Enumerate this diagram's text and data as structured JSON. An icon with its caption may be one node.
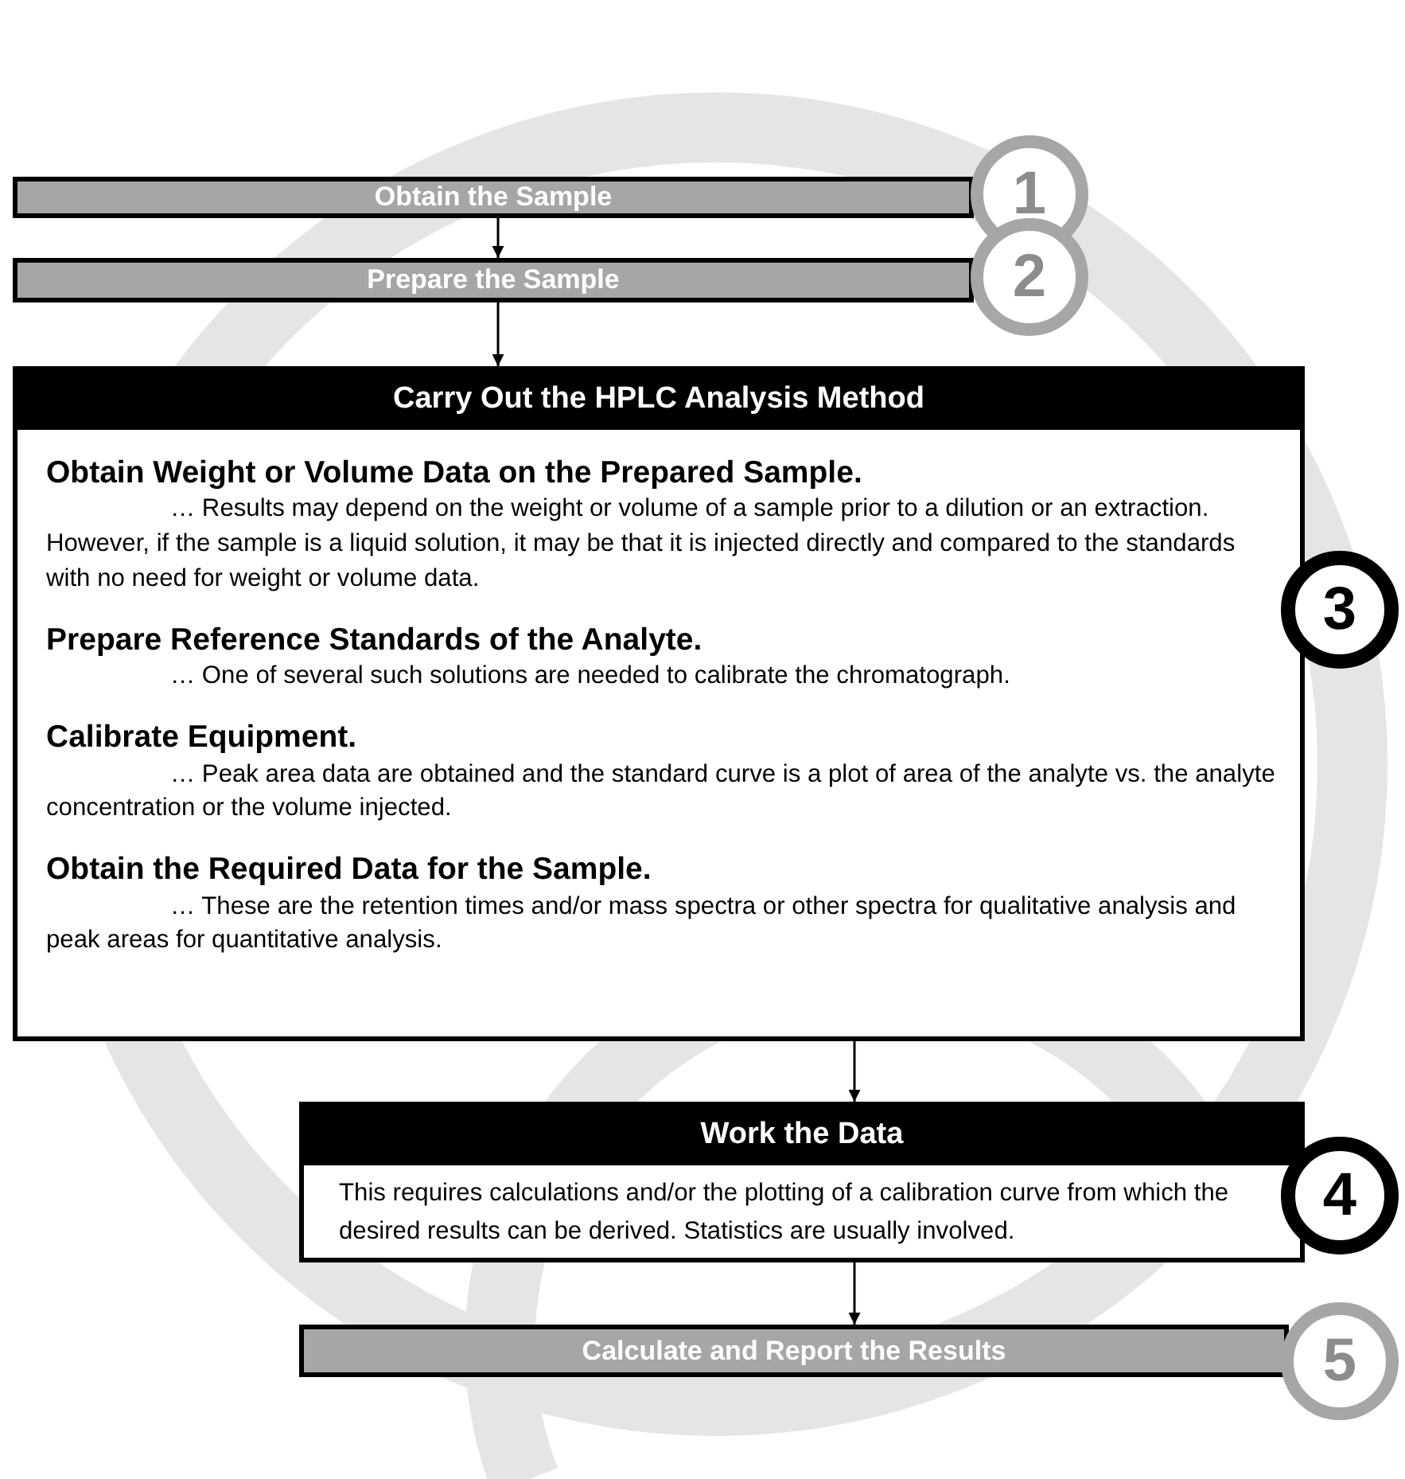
{
  "diagram": {
    "nodes": [
      {
        "text": [
          "Obtain the Sample"
        ],
        "beside": [
          "1"
        ]
      },
      {
        "text": [
          "Prepare the Sample"
        ],
        "beside": [
          "2"
        ]
      },
      {
        "text": [
          "Carry Out the HPLC Analysis Method",
          "Obtain Weight or Volume Data on the Prepared Sample.",
          "… Results may depend on the weight or volume of a sample prior to a dilution or an extraction.  However, if the sample is a liquid solution, it may be that it is injected directly and compared to the standards with no need for weight or volume data.",
          "Prepare Reference Standards of the Analyte.",
          "… One of several such solutions are needed to calibrate the chromatograph.",
          "Calibrate Equipment.",
          "… Peak area data are obtained and the standard curve is a plot of area of the analyte vs. the analyte concentration or the volume injected.",
          "Obtain the Required Data for the Sample.",
          "… These are the retention times and/or mass spectra or other spectra for qualitative analysis and peak areas for quantitative analysis."
        ],
        "beside": [
          "3"
        ]
      },
      {
        "text": [
          "Work the Data",
          "This requires calculations and/or the plotting of a calibration curve from which the desired results can be derived.  Statistics are usually involved."
        ],
        "beside": [
          "4"
        ]
      },
      {
        "text": [
          "Calculate and Report the Results"
        ],
        "beside": [
          "5"
        ]
      }
    ],
    "edges": [
      {
        "from": 0,
        "to": 1,
        "arrow": "to"
      },
      {
        "from": 1,
        "to": 2,
        "arrow": "to"
      },
      {
        "from": 2,
        "to": 3,
        "arrow": "to"
      },
      {
        "from": 3,
        "to": 4,
        "arrow": "to"
      }
    ]
  }
}
